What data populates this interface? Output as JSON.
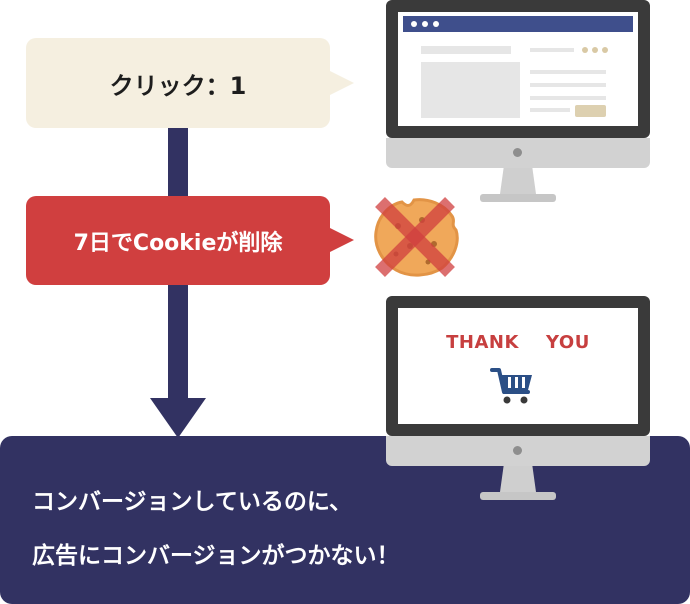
{
  "steps": {
    "click_label": "クリック：1",
    "cookie_deleted_label": "7日でCookieが削除"
  },
  "thanks_screen": {
    "word1": "THANK",
    "word2": "YOU"
  },
  "banner": {
    "line1": "コンバージョンしているのに、",
    "line2": "広告にコンバージョンがつかない！"
  },
  "icons": {
    "cookie": "cookie-icon",
    "cross": "cross-icon",
    "cart": "shopping-cart-icon",
    "monitor": "desktop-monitor-icon"
  },
  "colors": {
    "navy": "#323262",
    "red": "#d03f3f",
    "cream": "#f5efe0",
    "browser_bar": "#3f4f8c",
    "cookie": "#f0a85a",
    "cart": "#2b4f86"
  }
}
